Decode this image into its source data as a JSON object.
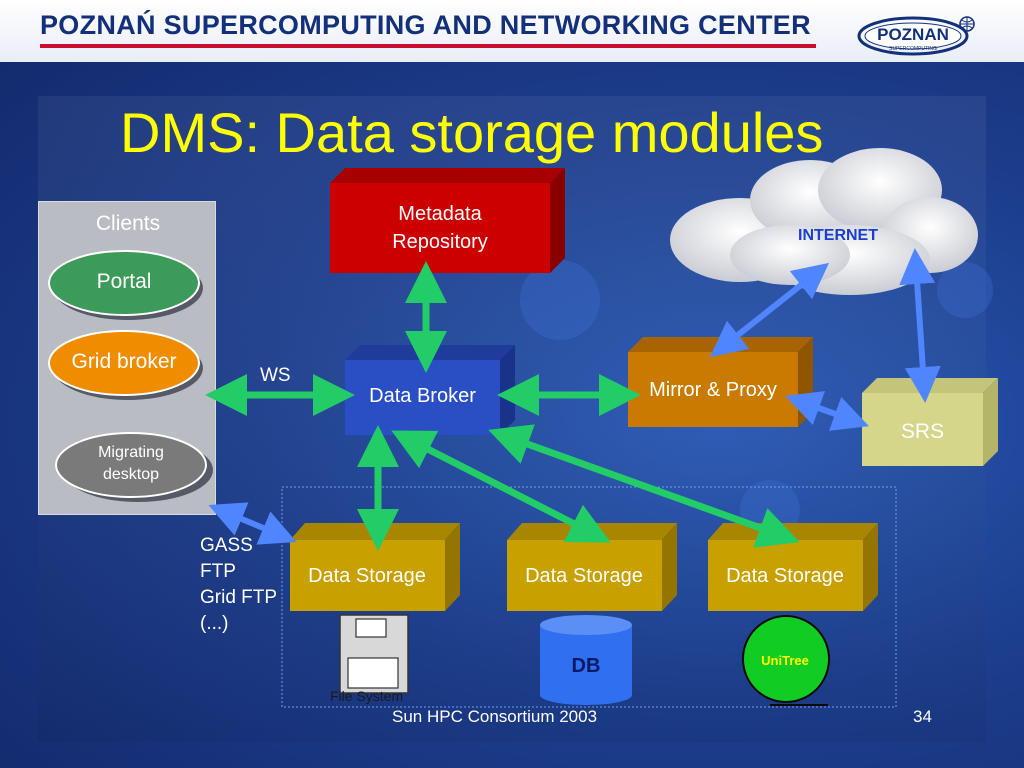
{
  "header": {
    "organization": "POZNAŃ SUPERCOMPUTING AND NETWORKING CENTER",
    "logo_text": "POZNAN",
    "logo_subtext": "SUPERCOMPUTING"
  },
  "slide": {
    "title": "DMS: Data storage modules"
  },
  "clients": {
    "label": "Clients",
    "items": [
      "Portal",
      "Grid broker",
      "Migrating desktop"
    ]
  },
  "components": {
    "metadata_repository": "Metadata Repository",
    "data_broker": "Data Broker",
    "mirror_proxy": "Mirror & Proxy",
    "srs": "SRS",
    "internet": "INTERNET",
    "data_storage": [
      "Data Storage",
      "Data Storage",
      "Data Storage"
    ]
  },
  "labels": {
    "ws": "WS",
    "protocols": [
      "GASS",
      "FTP",
      "Grid FTP",
      "(...)"
    ]
  },
  "backends": {
    "file_system": "File System",
    "db": "DB",
    "unitree": "UniTree"
  },
  "footer": {
    "text": "Sun HPC Consortium 2003",
    "page": "34"
  },
  "colors": {
    "metadata": "#cc0000",
    "broker": "#2a4fc4",
    "mirror": "#c97a00",
    "srs": "#d6d68a",
    "storage": "#c8a000",
    "portal": "#3c9a5a",
    "grid_broker": "#f08c00",
    "migrating": "#7a7a7a",
    "arrow_green": "#22cc66",
    "arrow_blue": "#4f86ff",
    "title": "#ffff00"
  }
}
